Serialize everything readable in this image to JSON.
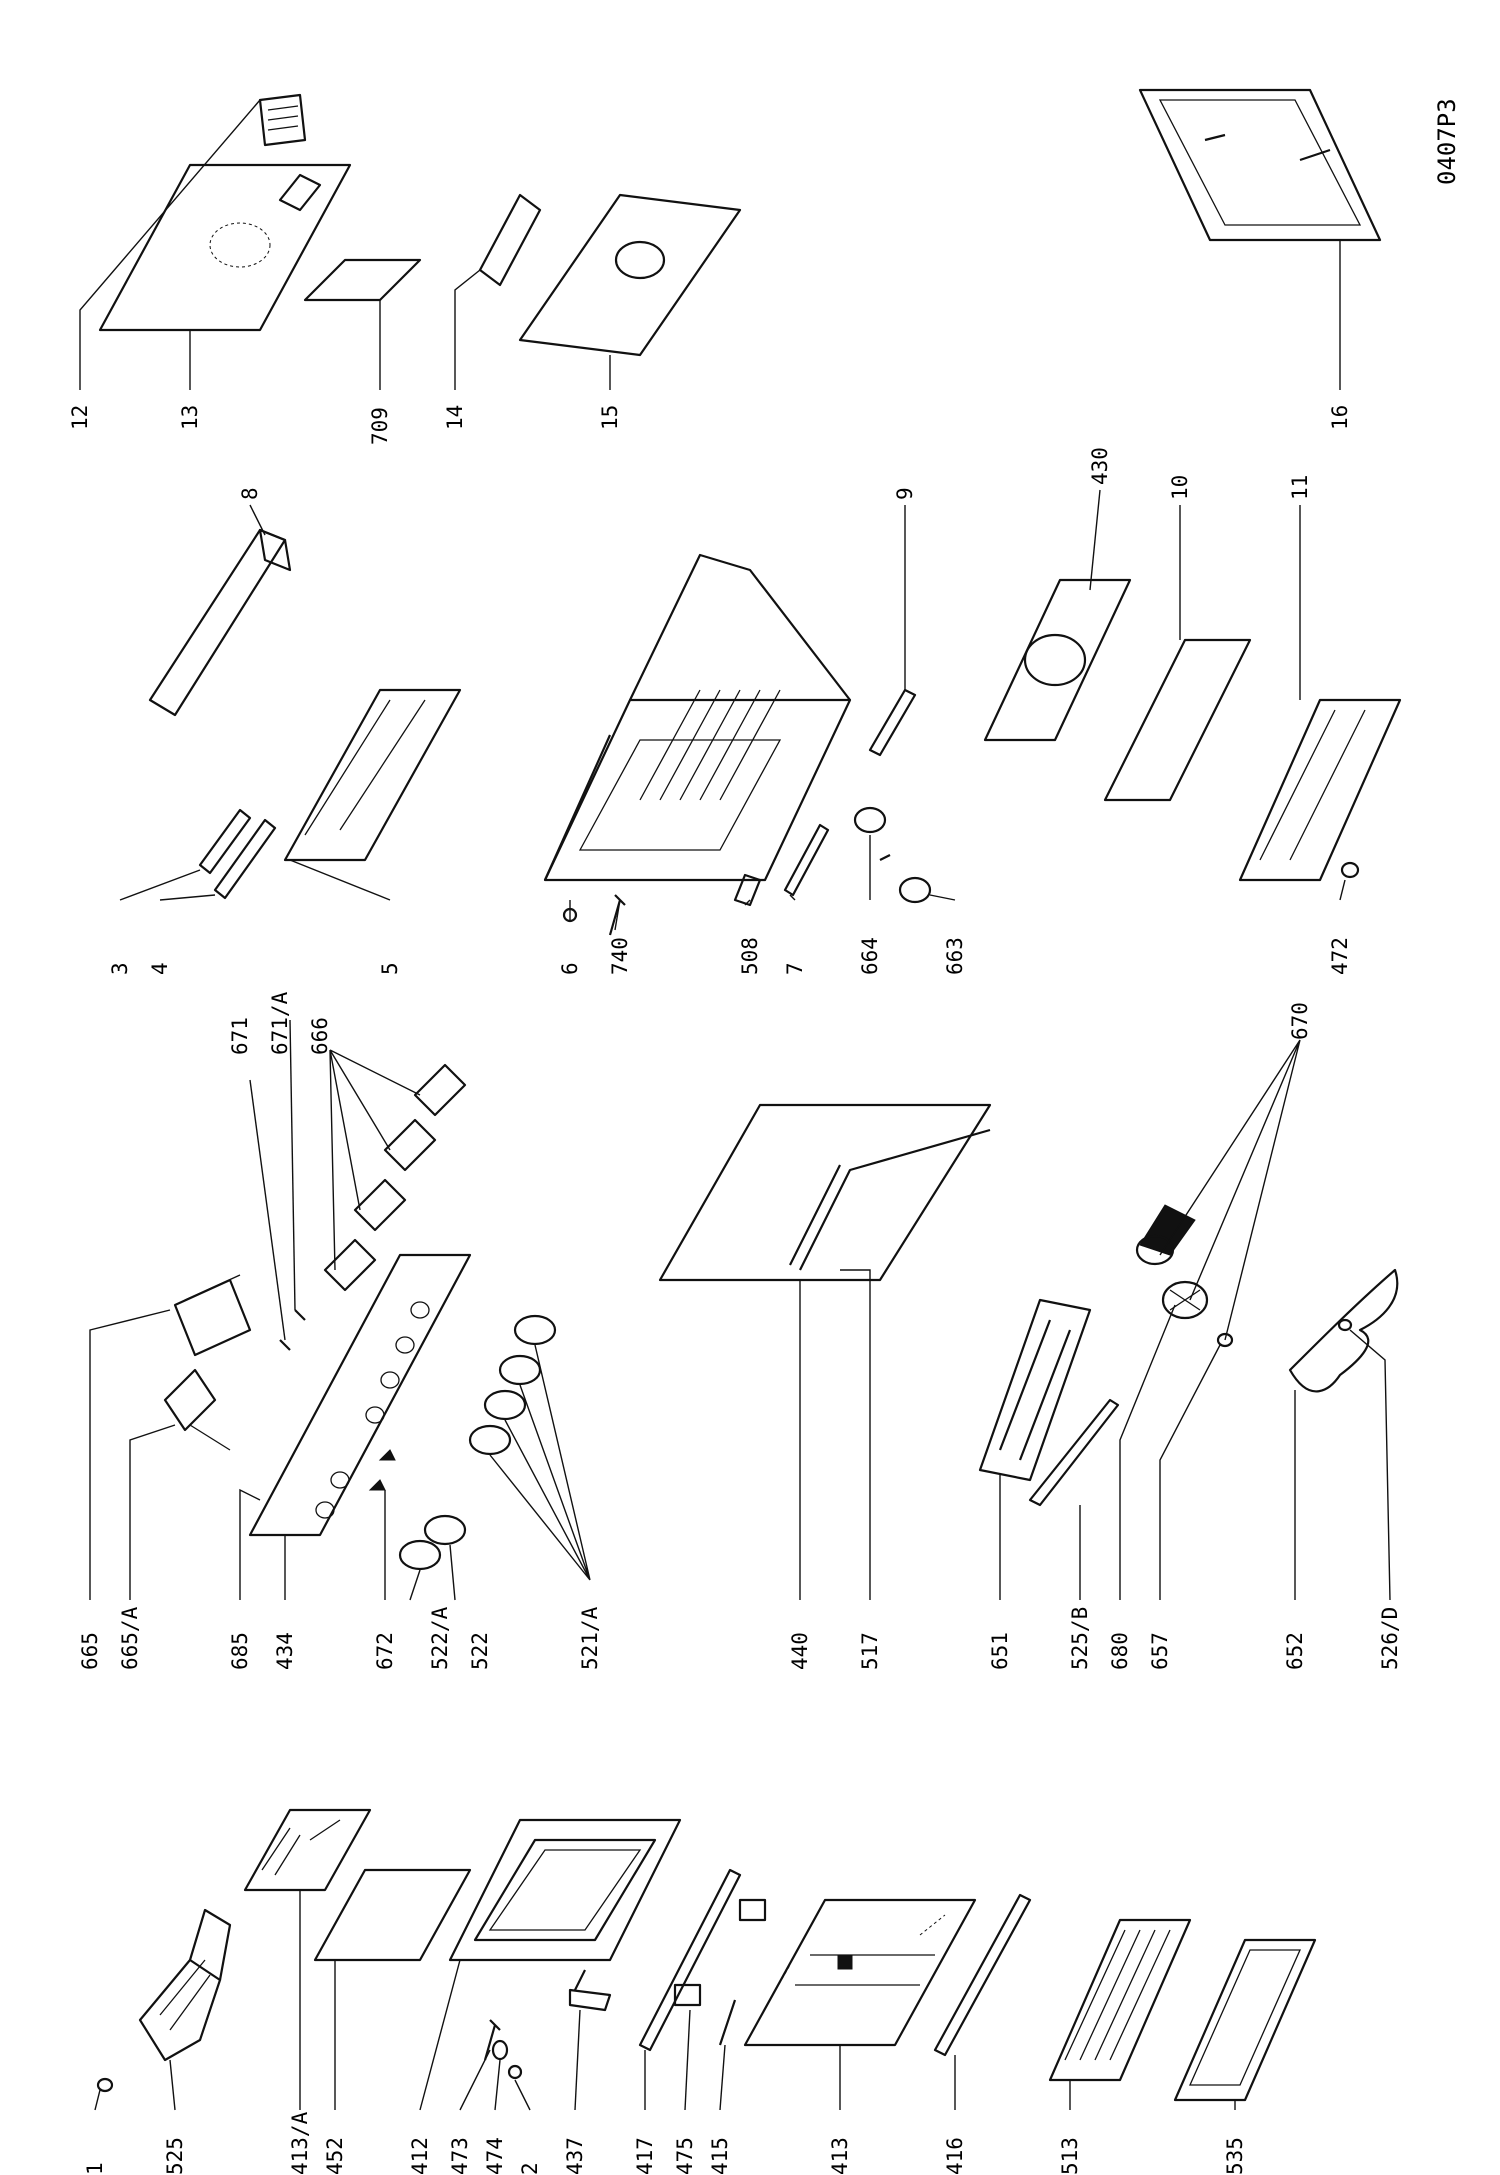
{
  "drawing_code": "0407P3",
  "labels": {
    "p1": "1",
    "p525": "525",
    "p413a": "413/A",
    "p452": "452",
    "p412": "412",
    "p473": "473",
    "p474": "474",
    "p2": "2",
    "p437": "437",
    "p417": "417",
    "p475": "475",
    "p415": "415",
    "p413": "413",
    "p416": "416",
    "p513": "513",
    "p535": "535",
    "p665": "665",
    "p665a": "665/A",
    "p685": "685",
    "p434": "434",
    "p672": "672",
    "p522a": "522/A",
    "p522": "522",
    "p521a": "521/A",
    "p671": "671",
    "p671a": "671/A",
    "p666": "666",
    "p440": "440",
    "p517": "517",
    "p651": "651",
    "p525b": "525/B",
    "p680": "680",
    "p657": "657",
    "p652": "652",
    "p526d": "526/D",
    "p670": "670",
    "p3": "3",
    "p4": "4",
    "p5": "5",
    "p8": "8",
    "p6": "6",
    "p740": "740",
    "p508": "508",
    "p7": "7",
    "p664": "664",
    "p663": "663",
    "p9": "9",
    "p430": "430",
    "p10": "10",
    "p11": "11",
    "p472": "472",
    "p12": "12",
    "p13": "13",
    "p709": "709",
    "p14": "14",
    "p15": "15",
    "p16": "16"
  }
}
